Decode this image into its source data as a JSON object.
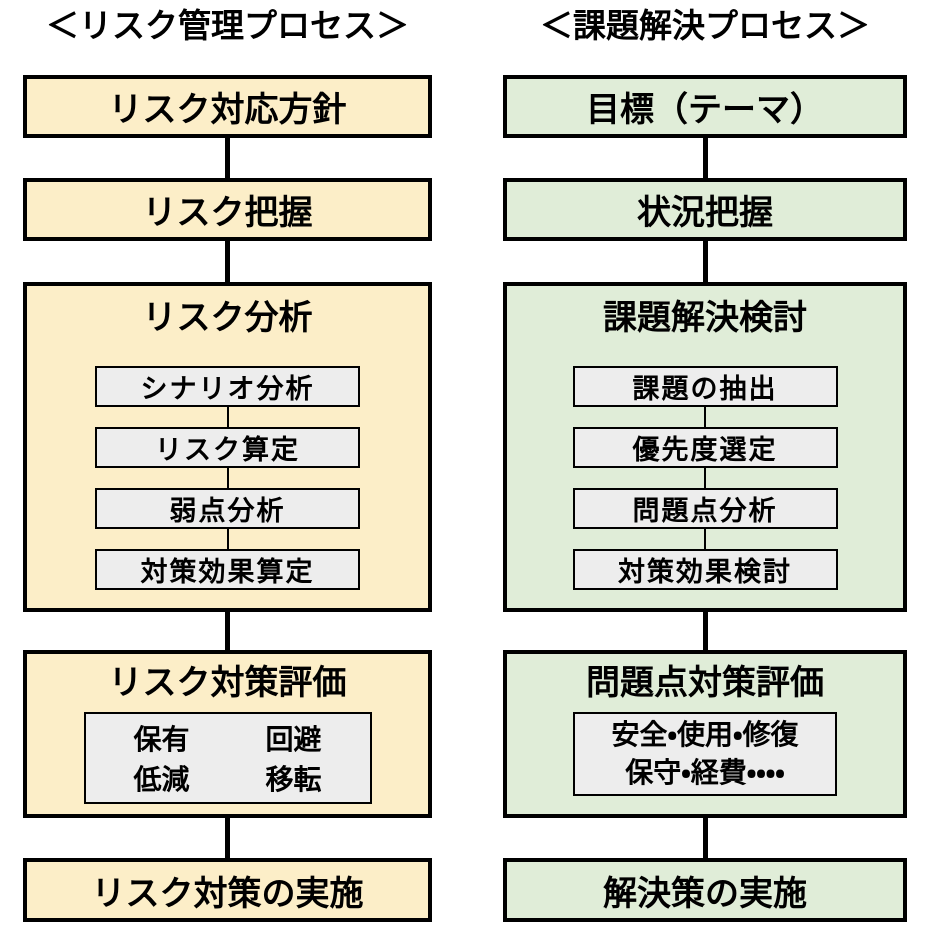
{
  "colors": {
    "left-fill": "#FCEEC8",
    "right-fill": "#E0EDD8",
    "sub-fill": "#EDEDED",
    "line": "#000000"
  },
  "left": {
    "title": "＜リスク管理プロセス＞",
    "step1": "リスク対応方針",
    "step2": "リスク把握",
    "step3": {
      "title": "リスク分析",
      "sub1": "シナリオ分析",
      "sub2": "リスク算定",
      "sub3": "弱点分析",
      "sub4": "対策効果算定"
    },
    "step4": {
      "title": "リスク対策評価",
      "cell1": "保有",
      "cell2": "回避",
      "cell3": "低減",
      "cell4": "移転"
    },
    "step5": "リスク対策の実施"
  },
  "right": {
    "title": "＜課題解決プロセス＞",
    "step1": "目標（テーマ）",
    "step2": "状況把握",
    "step3": {
      "title": "課題解決検討",
      "sub1": "課題の抽出",
      "sub2": "優先度選定",
      "sub3": "問題点分析",
      "sub4": "対策効果検討"
    },
    "step4": {
      "title": "問題点対策評価",
      "line1": "安全・使用・修復",
      "line2": "保守・経費・・・・"
    },
    "step5": "解決策の実施"
  }
}
